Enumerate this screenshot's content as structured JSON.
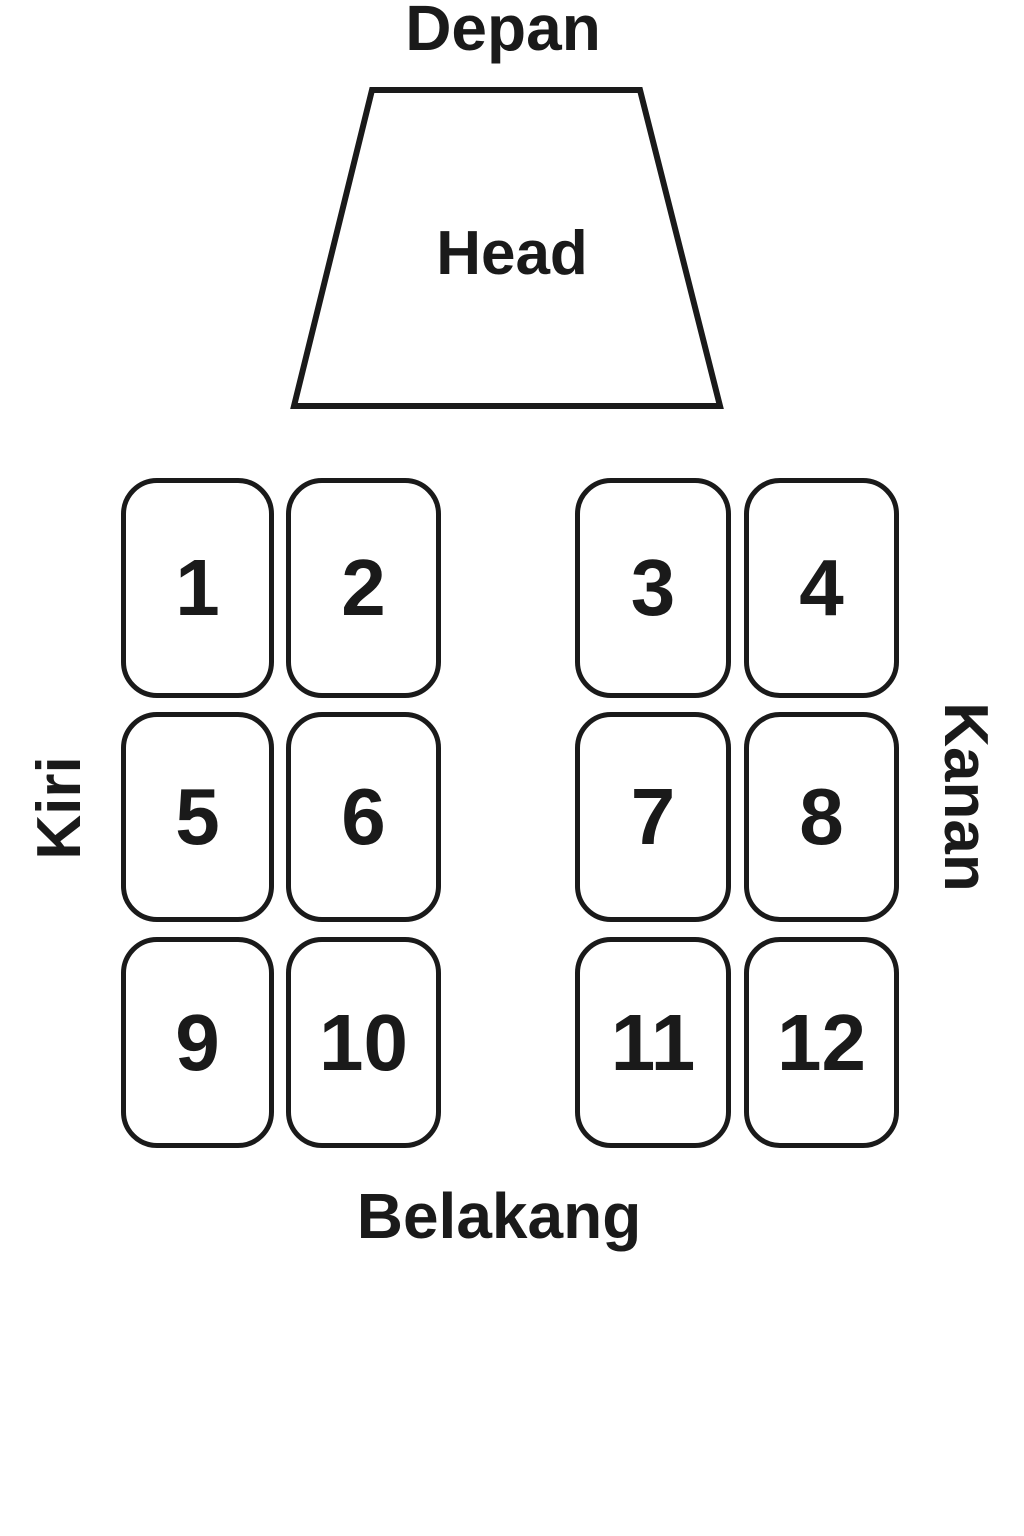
{
  "labels": {
    "front": "Depan",
    "back": "Belakang",
    "left": "Kiri",
    "right": "Kanan",
    "head": "Head"
  },
  "seats": [
    {
      "label": "1"
    },
    {
      "label": "2"
    },
    {
      "label": "3"
    },
    {
      "label": "4"
    },
    {
      "label": "5"
    },
    {
      "label": "6"
    },
    {
      "label": "7"
    },
    {
      "label": "8"
    },
    {
      "label": "9"
    },
    {
      "label": "10"
    },
    {
      "label": "11"
    },
    {
      "label": "12"
    }
  ]
}
